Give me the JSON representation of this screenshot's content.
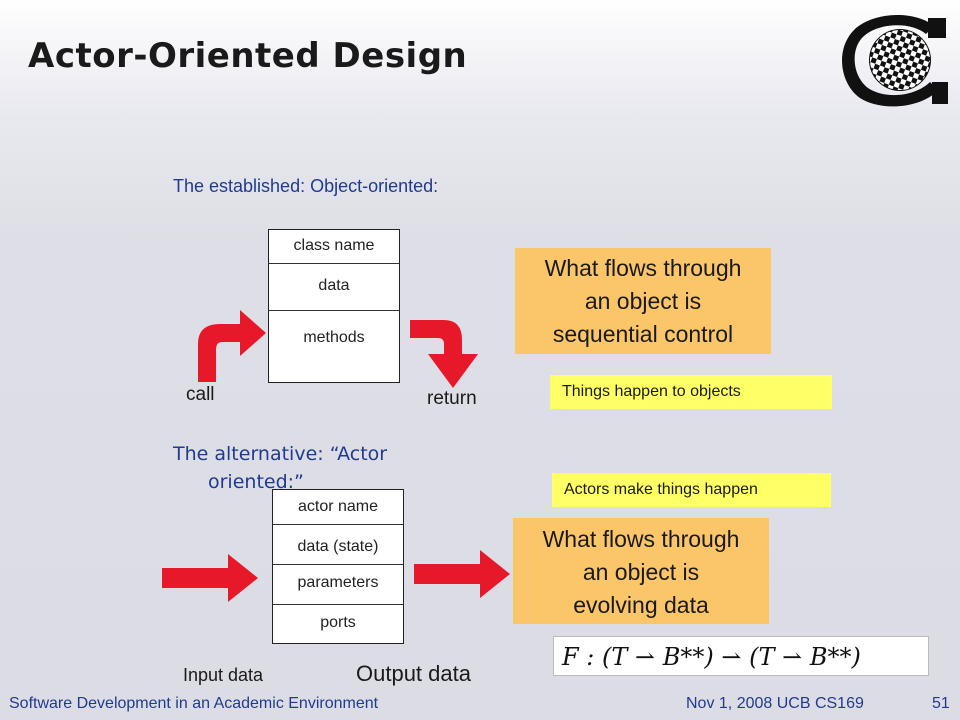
{
  "title": "Actor-Oriented Design",
  "established_label": "The established: Object-oriented:",
  "object_box": {
    "name": "class name",
    "data": "data",
    "methods": "methods"
  },
  "call_label": "call",
  "return_label": "return",
  "flow_object": [
    "What flows through",
    "an object is",
    "sequential control"
  ],
  "note_object": "Things happen to objects",
  "alternative_label": {
    "line1": "The alternative: “Actor",
    "line2": "oriented:”"
  },
  "note_actor": "Actors make things happen",
  "actor_box": {
    "name": "actor name",
    "data": "data (state)",
    "parameters": "parameters",
    "ports": "ports"
  },
  "flow_actor": [
    "What flows through",
    "an object is",
    "evolving data"
  ],
  "input_label": "Input data",
  "output_label": "Output data",
  "formula": "F : (T ⇀ B**) ⇀ (T ⇀ B**)",
  "footer": {
    "left": "Software Development in an Academic Environment",
    "date": "Nov 1, 2008 UCB CS169",
    "page": "51"
  },
  "colors": {
    "arrow": "#e8182b",
    "orange_box": "#fbc56a",
    "yellow_note": "#ffff66",
    "subtitle_blue": "#1f3b8f"
  }
}
